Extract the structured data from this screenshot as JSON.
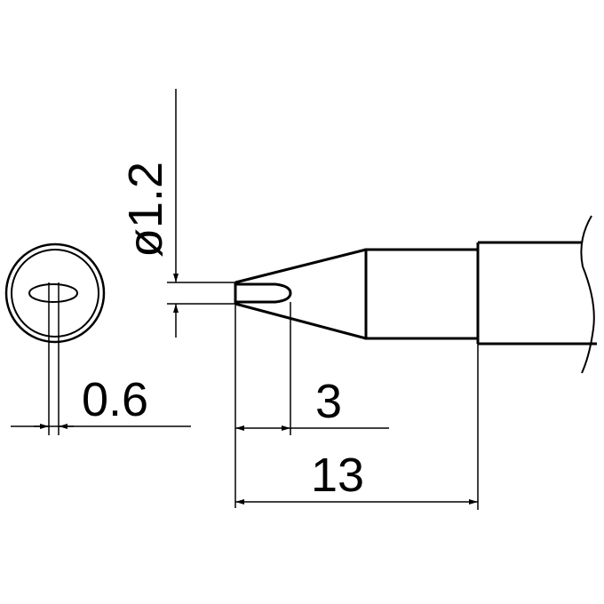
{
  "drawing": {
    "diameter_label": "ø1.2",
    "width_label": "0.6",
    "bevel_length_label": "3",
    "total_length_label": "13",
    "line_color": "#000000",
    "background_color": "#ffffff"
  }
}
